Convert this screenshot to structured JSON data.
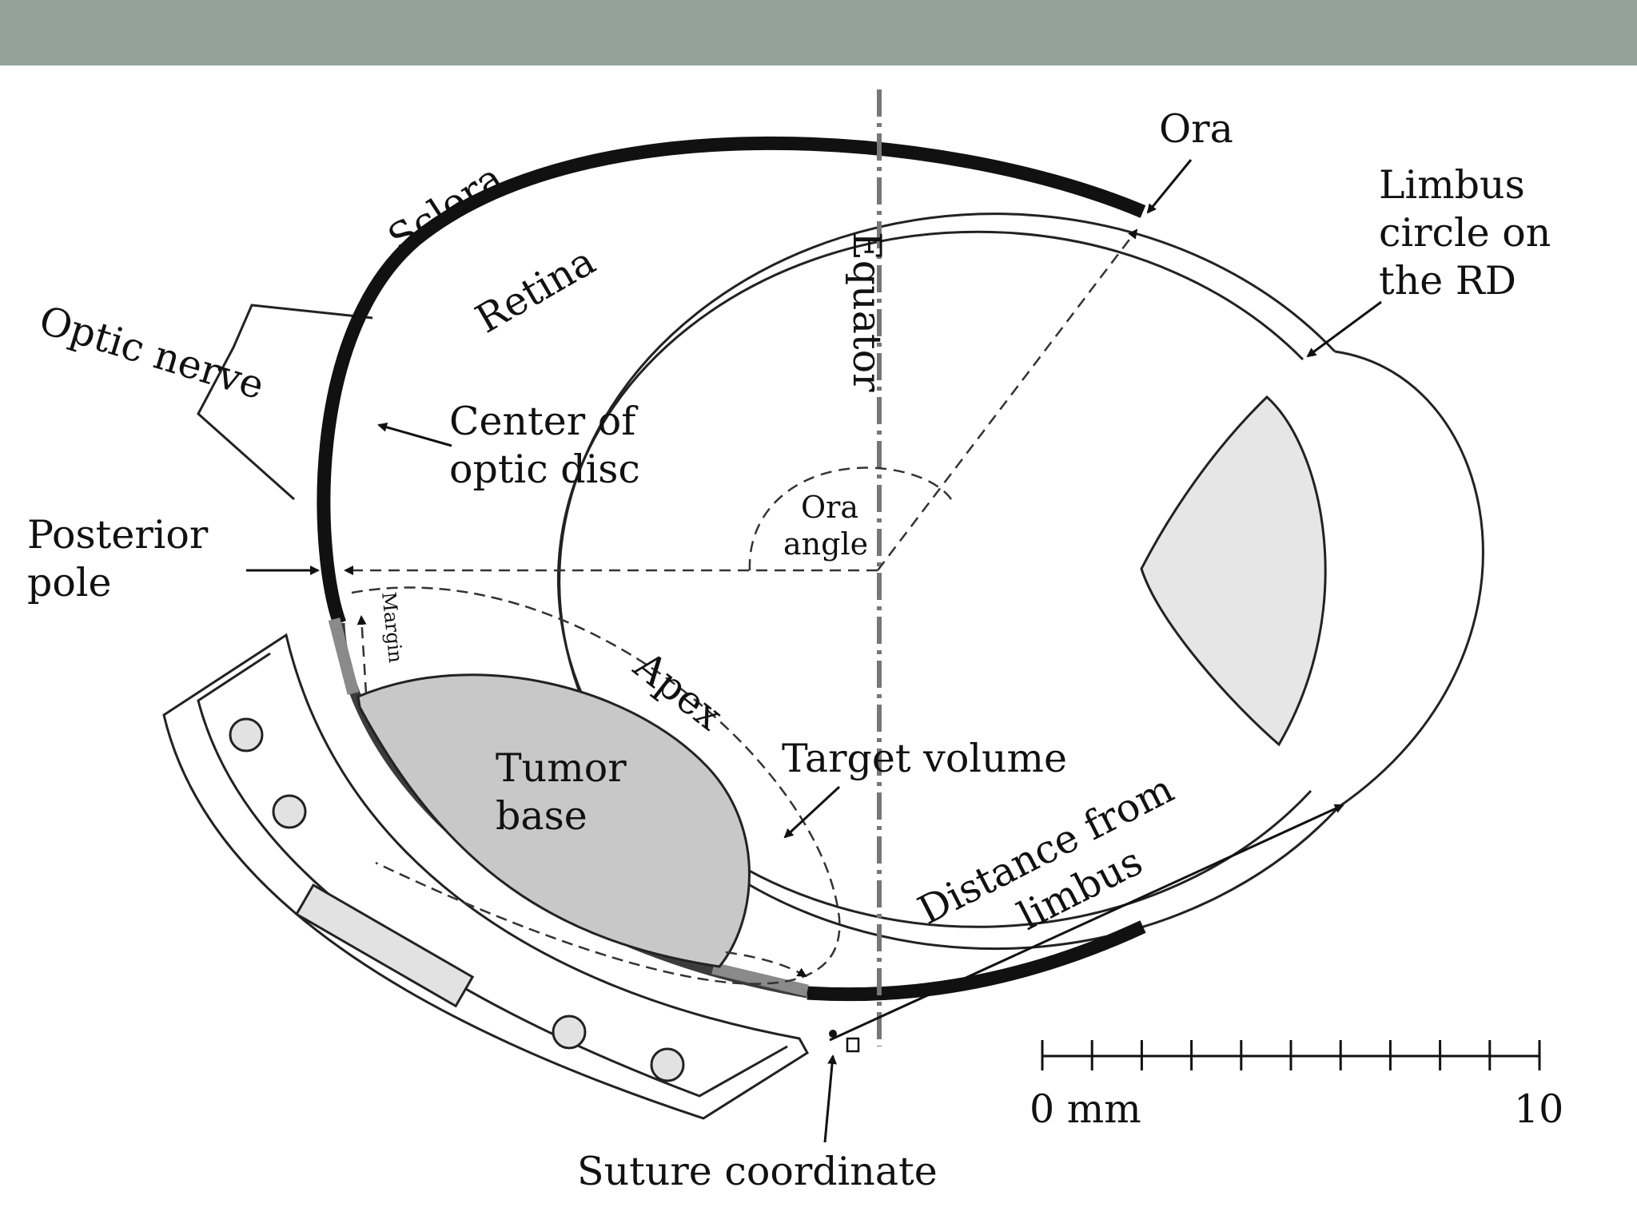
{
  "diagram": {
    "labels": {
      "sclera": "Sclera",
      "retina": "Retina",
      "optic_nerve": "Optic nerve",
      "equator": "Equator",
      "ora": "Ora",
      "limbus_1": "Limbus",
      "limbus_2": "circle on",
      "limbus_3": "the RD",
      "center_optic_disc_1": "Center of",
      "center_optic_disc_2": "optic disc",
      "posterior_pole_1": "Posterior",
      "posterior_pole_2": "pole",
      "ora_angle_1": "Ora",
      "ora_angle_2": "angle",
      "margin": "Margin",
      "apex": "Apex",
      "tumor_base_1": "Tumor",
      "tumor_base_2": "base",
      "target_volume": "Target volume",
      "distance_from_limbus_1": "Distance from",
      "distance_from_limbus_2": "limbus",
      "suture_coordinate": "Suture coordinate"
    },
    "scale_bar": {
      "start_label": "0 mm",
      "end_label": "10",
      "range_mm": [
        0,
        10
      ],
      "tick_count": 11
    }
  }
}
